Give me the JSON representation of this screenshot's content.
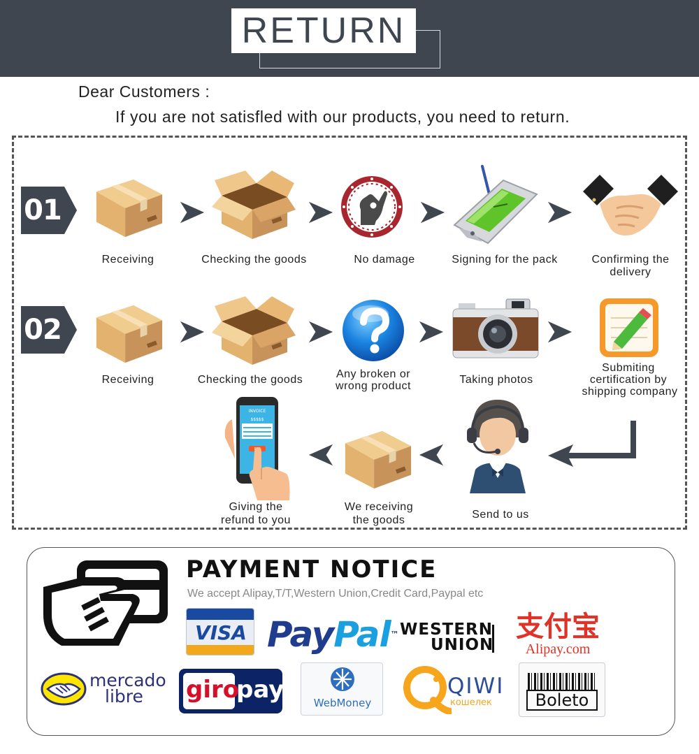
{
  "header": {
    "title": "RETURN"
  },
  "intro": {
    "greeting": "Dear Customers :",
    "message": "If you are not satisfled with our products, you need to return."
  },
  "process": {
    "row1": {
      "badge": "01",
      "steps": [
        {
          "label": "Receiving",
          "icon": "box-closed-icon"
        },
        {
          "label": "Checking the goods",
          "icon": "box-open-icon"
        },
        {
          "label": "No damage",
          "icon": "ok-seal-icon"
        },
        {
          "label": "Signing for the pack",
          "icon": "pda-signing-icon"
        },
        {
          "label_line1": "Confirming the",
          "label_line2": "delivery",
          "icon": "handshake-icon"
        }
      ]
    },
    "row2": {
      "badge": "02",
      "steps": [
        {
          "label": "Receiving",
          "icon": "box-closed-icon"
        },
        {
          "label": "Checking the goods",
          "icon": "box-open-icon"
        },
        {
          "label_line1": "Any broken or",
          "label_line2": "wrong product",
          "icon": "question-icon"
        },
        {
          "label": "Taking photos",
          "icon": "camera-icon"
        },
        {
          "label_line1": "Submiting",
          "label_line2": "certification by",
          "label_line3": "shipping company",
          "icon": "certificate-icon"
        }
      ]
    },
    "row3": {
      "steps": [
        {
          "label": "Send to us",
          "icon": "support-agent-icon"
        },
        {
          "label_line1": "We receiving",
          "label_line2": "the goods",
          "icon": "box-closed-icon"
        },
        {
          "label_line1": "Giving the",
          "label_line2": "refund to you",
          "icon": "phone-invoice-icon"
        }
      ],
      "phone_text": {
        "invoice": "INVOICE",
        "amount": "$$$$$",
        "pay": "PAY"
      }
    }
  },
  "payment": {
    "title": "PAYMENT NOTICE",
    "subtitle": "We accept Alipay,T/T,Western Union,Credit Card,Paypal etc",
    "logos": {
      "visa": "VISA",
      "paypal_a": "Pay",
      "paypal_b": "Pal",
      "tm": "™",
      "western_1": "WESTERN",
      "western_2": "UNION",
      "alipay_cn": "支付宝",
      "alipay": "Alipay.com",
      "mercado_1": "mercado",
      "mercado_2": "libre",
      "giro_a": "giro",
      "giro_b": "pay",
      "webmoney": "WebMoney",
      "qiwi": "QIWI",
      "qiwi_sub": "кошелек",
      "boleto": "Boleto"
    }
  },
  "colors": {
    "header_bg": "#3f4650",
    "box_light": "#e8bf7d",
    "box_dark": "#c8935a",
    "paypal_dark": "#1f3d8c",
    "paypal_light": "#1aa0e0",
    "visa_blue": "#1a4aa0",
    "visa_gold": "#f2a81d",
    "giropay_navy": "#0c2365",
    "giropay_red": "#d6102a",
    "alipay_red": "#e03226",
    "qiwi_orange": "#f7a51c",
    "qiwi_blue": "#2c4c9a"
  }
}
